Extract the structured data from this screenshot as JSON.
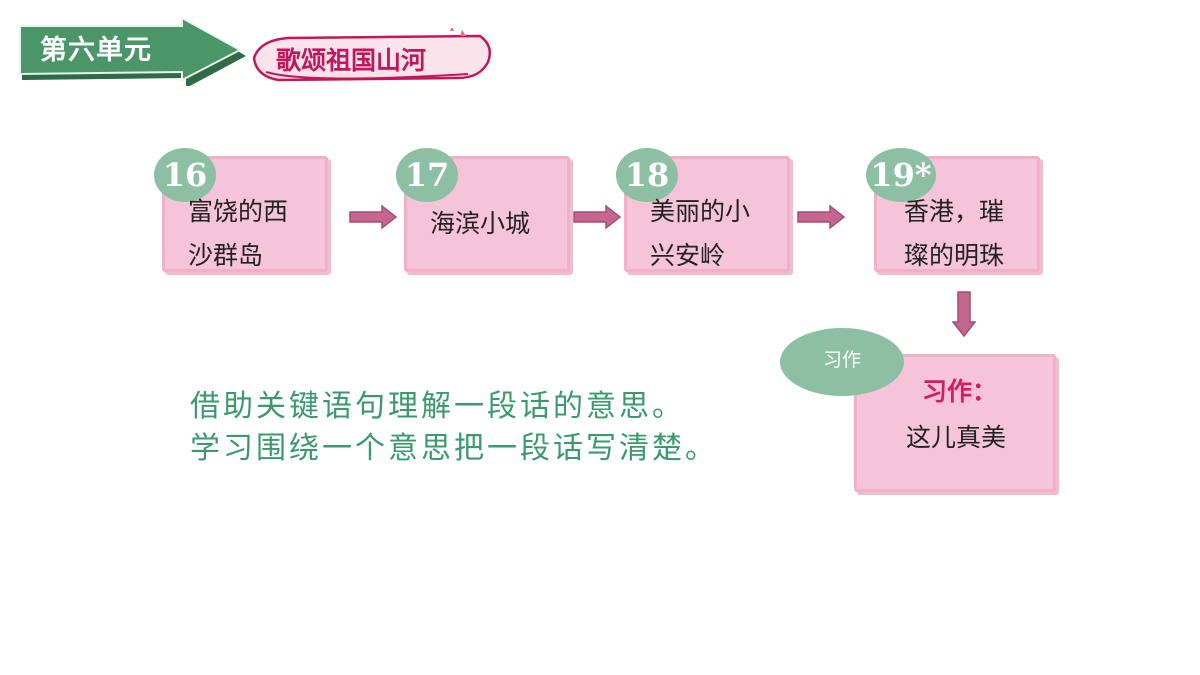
{
  "header": {
    "unit_label": "第六单元",
    "theme_label": "歌颂祖国山河"
  },
  "lessons": [
    {
      "number": "16",
      "title_line1": "富饶的西",
      "title_line2": "沙群岛"
    },
    {
      "number": "17",
      "title_line1": "海滨小城",
      "title_line2": ""
    },
    {
      "number": "18",
      "title_line1": "美丽的小",
      "title_line2": "兴安岭"
    },
    {
      "number": "19*",
      "title_line1": "香港，璀",
      "title_line2": "璨的明珠"
    }
  ],
  "writing": {
    "oval_label": "习作",
    "heading": "习作：",
    "title": "这儿真美"
  },
  "goals": [
    "借助关键语句理解一段话的意思。",
    "学习围绕一个意思把一段话写清楚。"
  ],
  "colors": {
    "green": "#3f8a5f",
    "card_pink": "#f5c4d8",
    "number_green": "#8cbfa3",
    "accent_pink": "#d81b60",
    "goal_text": "#3a9a6e"
  }
}
